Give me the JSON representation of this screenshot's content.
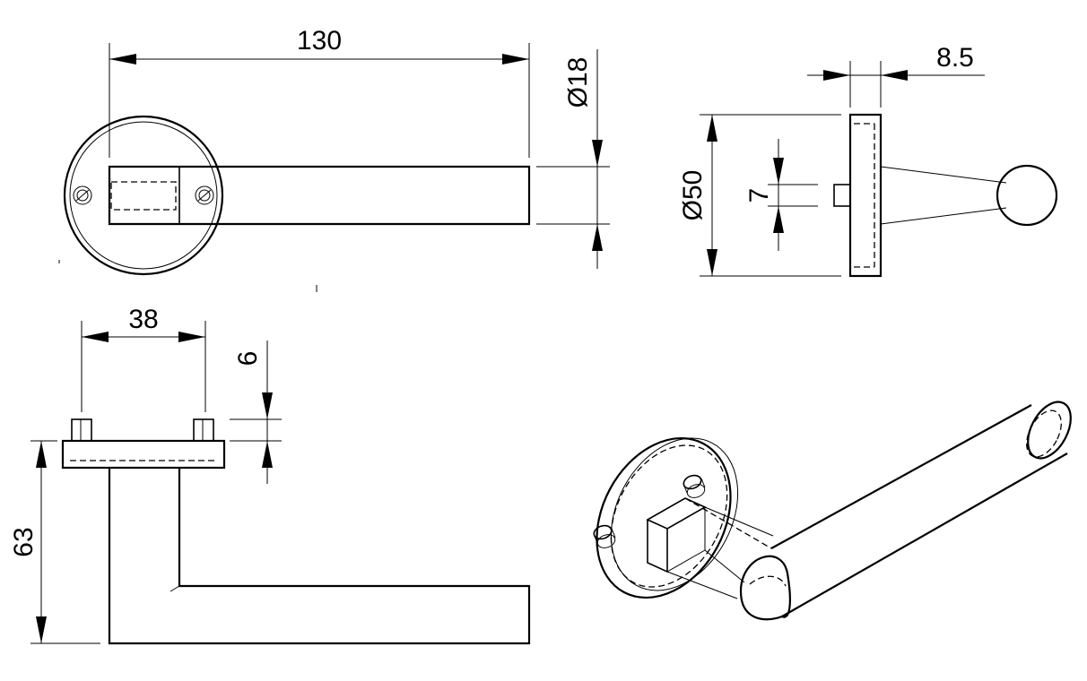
{
  "dimensions": {
    "lever_length": "130",
    "lever_diameter": "Ø18",
    "rose_diameter": "Ø50",
    "rose_thickness": "8.5",
    "spindle_size": "7",
    "fixing_spacing": "38",
    "rose_height": "6",
    "lever_projection": "63"
  },
  "views": [
    {
      "name": "front-view"
    },
    {
      "name": "side-view"
    },
    {
      "name": "top-view"
    },
    {
      "name": "isometric-view"
    }
  ]
}
